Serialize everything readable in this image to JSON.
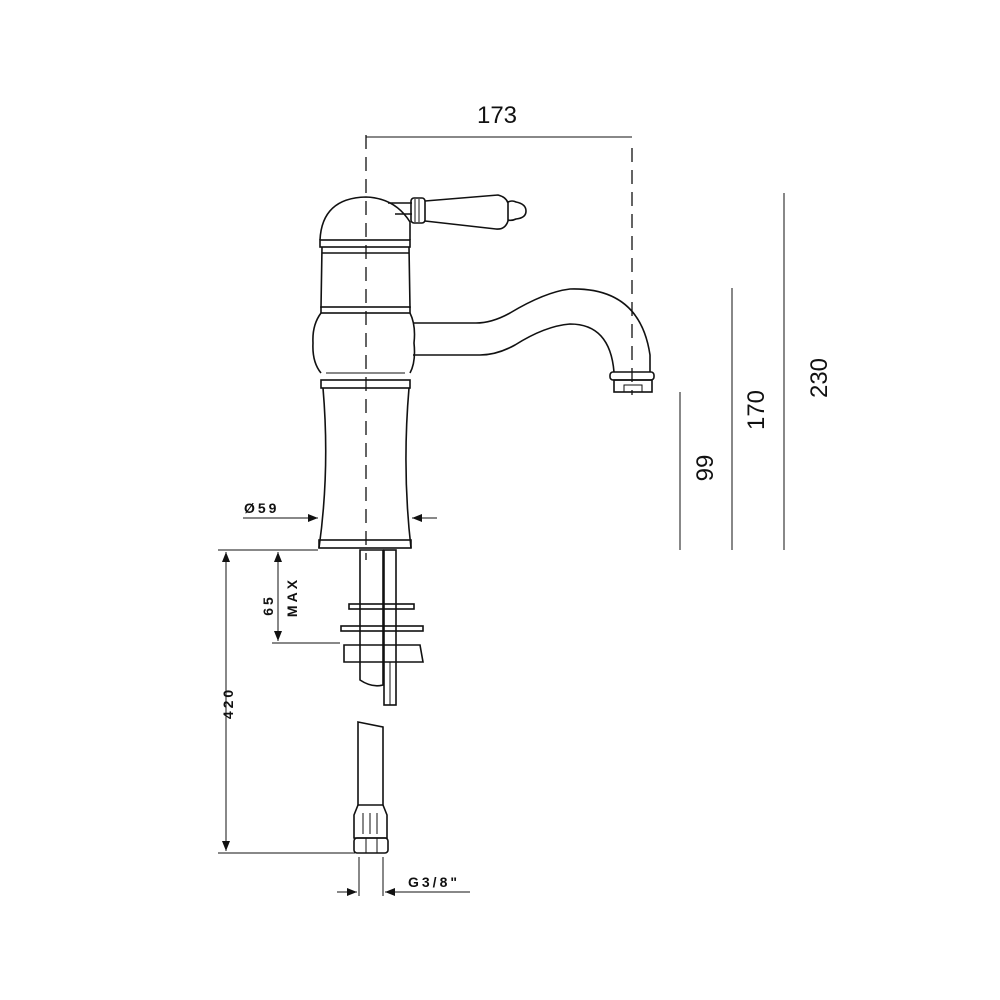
{
  "dimensions": {
    "spout_reach": "173",
    "spout_height": "99",
    "handle_height": "170",
    "total_height": "230",
    "base_diameter": "Ø59",
    "max_deck_thickness": "65",
    "max_label": "MAX",
    "hose_length": "420",
    "connection_thread": "G3/8\""
  }
}
